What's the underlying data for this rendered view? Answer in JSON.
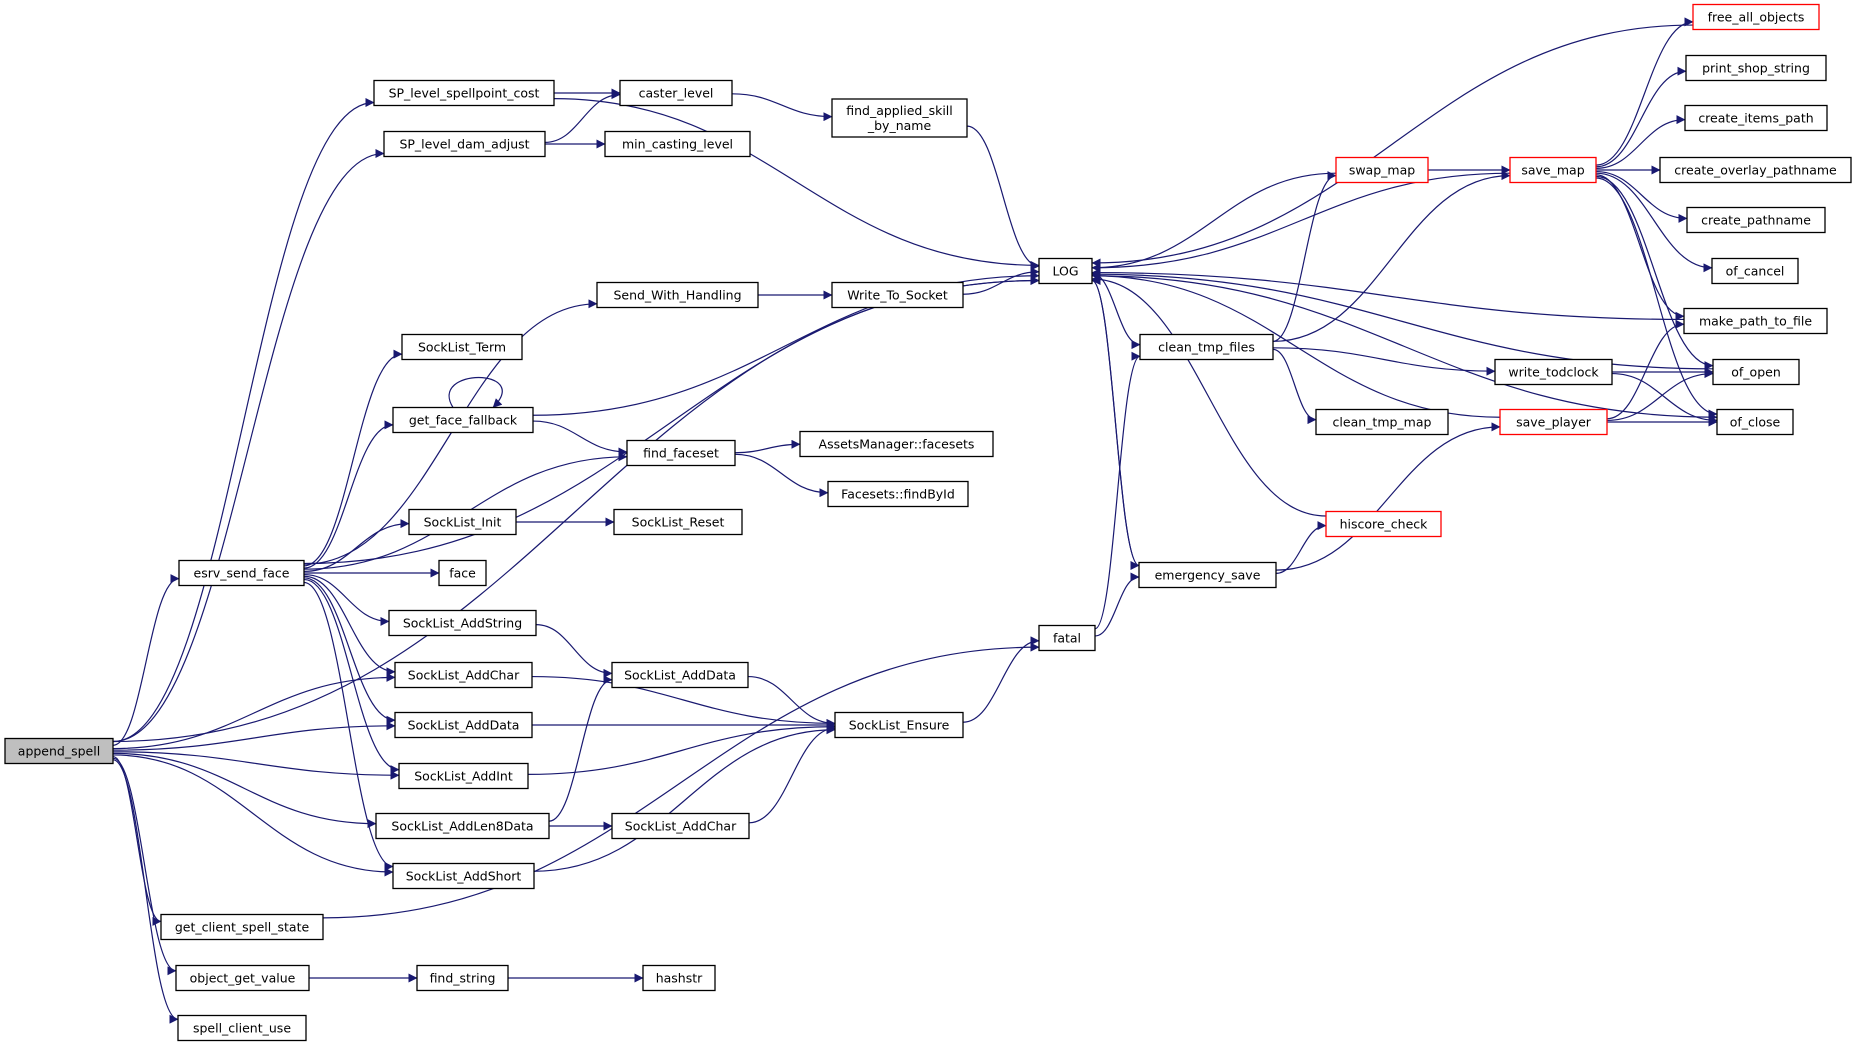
{
  "colors": {
    "edge": "#191970",
    "node_border": "#000000",
    "node_truncated_border": "#ff0000",
    "root_fill": "#bfbfbf",
    "node_fill": "#ffffff"
  },
  "root_node": "append_spell",
  "nodes": [
    {
      "id": "append_spell",
      "label": "append_spell",
      "kind": "root"
    },
    {
      "id": "SP_level_spellpoint_cost",
      "label": "SP_level_spellpoint_cost"
    },
    {
      "id": "SP_level_dam_adjust",
      "label": "SP_level_dam_adjust"
    },
    {
      "id": "caster_level",
      "label": "caster_level"
    },
    {
      "id": "min_casting_level",
      "label": "min_casting_level"
    },
    {
      "id": "find_applied_skill_by_name",
      "label": [
        "find_applied_skill",
        "_by_name"
      ]
    },
    {
      "id": "LOG",
      "label": "LOG"
    },
    {
      "id": "Send_With_Handling",
      "label": "Send_With_Handling"
    },
    {
      "id": "Write_To_Socket",
      "label": "Write_To_Socket"
    },
    {
      "id": "SockList_Term",
      "label": "SockList_Term"
    },
    {
      "id": "get_face_fallback",
      "label": "get_face_fallback"
    },
    {
      "id": "find_faceset",
      "label": "find_faceset"
    },
    {
      "id": "AssetsManager_facesets",
      "label": "AssetsManager::facesets"
    },
    {
      "id": "Facesets_findById",
      "label": "Facesets::findById"
    },
    {
      "id": "SockList_Init",
      "label": "SockList_Init"
    },
    {
      "id": "SockList_Reset",
      "label": "SockList_Reset"
    },
    {
      "id": "esrv_send_face",
      "label": "esrv_send_face"
    },
    {
      "id": "face",
      "label": "face"
    },
    {
      "id": "SockList_AddString",
      "label": "SockList_AddString"
    },
    {
      "id": "SockList_AddChar_1",
      "label": "SockList_AddChar"
    },
    {
      "id": "SockList_AddData_2",
      "label": "SockList_AddData"
    },
    {
      "id": "SockList_AddData_1",
      "label": "SockList_AddData"
    },
    {
      "id": "SockList_Ensure",
      "label": "SockList_Ensure"
    },
    {
      "id": "SockList_AddInt",
      "label": "SockList_AddInt"
    },
    {
      "id": "SockList_AddLen8Data",
      "label": "SockList_AddLen8Data"
    },
    {
      "id": "SockList_AddChar_2",
      "label": "SockList_AddChar"
    },
    {
      "id": "SockList_AddShort",
      "label": "SockList_AddShort"
    },
    {
      "id": "get_client_spell_state",
      "label": "get_client_spell_state"
    },
    {
      "id": "object_get_value",
      "label": "object_get_value"
    },
    {
      "id": "find_string",
      "label": "find_string"
    },
    {
      "id": "hashstr",
      "label": "hashstr"
    },
    {
      "id": "spell_client_use",
      "label": "spell_client_use"
    },
    {
      "id": "fatal",
      "label": "fatal"
    },
    {
      "id": "clean_tmp_files",
      "label": "clean_tmp_files"
    },
    {
      "id": "clean_tmp_map",
      "label": "clean_tmp_map"
    },
    {
      "id": "emergency_save",
      "label": "emergency_save"
    },
    {
      "id": "hiscore_check",
      "label": "hiscore_check",
      "kind": "truncated"
    },
    {
      "id": "swap_map",
      "label": "swap_map",
      "kind": "truncated"
    },
    {
      "id": "save_map",
      "label": "save_map",
      "kind": "truncated"
    },
    {
      "id": "write_todclock",
      "label": "write_todclock"
    },
    {
      "id": "save_player",
      "label": "save_player",
      "kind": "truncated"
    },
    {
      "id": "free_all_objects",
      "label": "free_all_objects",
      "kind": "truncated"
    },
    {
      "id": "print_shop_string",
      "label": "print_shop_string"
    },
    {
      "id": "create_items_path",
      "label": "create_items_path"
    },
    {
      "id": "create_overlay_pathname",
      "label": "create_overlay_pathname"
    },
    {
      "id": "create_pathname",
      "label": "create_pathname"
    },
    {
      "id": "of_cancel",
      "label": "of_cancel"
    },
    {
      "id": "make_path_to_file",
      "label": "make_path_to_file"
    },
    {
      "id": "of_open",
      "label": "of_open"
    },
    {
      "id": "of_close",
      "label": "of_close"
    }
  ],
  "edges": [
    {
      "from": "append_spell",
      "to": "SP_level_spellpoint_cost"
    },
    {
      "from": "append_spell",
      "to": "SP_level_dam_adjust"
    },
    {
      "from": "append_spell",
      "to": "LOG"
    },
    {
      "from": "append_spell",
      "to": "esrv_send_face"
    },
    {
      "from": "append_spell",
      "to": "SockList_AddChar_1"
    },
    {
      "from": "append_spell",
      "to": "SockList_AddData_1"
    },
    {
      "from": "append_spell",
      "to": "SockList_AddInt"
    },
    {
      "from": "append_spell",
      "to": "SockList_AddLen8Data"
    },
    {
      "from": "append_spell",
      "to": "SockList_AddShort"
    },
    {
      "from": "append_spell",
      "to": "get_client_spell_state"
    },
    {
      "from": "append_spell",
      "to": "object_get_value"
    },
    {
      "from": "append_spell",
      "to": "spell_client_use"
    },
    {
      "from": "SP_level_spellpoint_cost",
      "to": "caster_level"
    },
    {
      "from": "SP_level_spellpoint_cost",
      "to": "LOG"
    },
    {
      "from": "SP_level_dam_adjust",
      "to": "caster_level"
    },
    {
      "from": "SP_level_dam_adjust",
      "to": "min_casting_level"
    },
    {
      "from": "caster_level",
      "to": "find_applied_skill_by_name"
    },
    {
      "from": "find_applied_skill_by_name",
      "to": "LOG"
    },
    {
      "from": "esrv_send_face",
      "to": "LOG"
    },
    {
      "from": "esrv_send_face",
      "to": "Send_With_Handling"
    },
    {
      "from": "esrv_send_face",
      "to": "SockList_Term"
    },
    {
      "from": "esrv_send_face",
      "to": "get_face_fallback"
    },
    {
      "from": "esrv_send_face",
      "to": "find_faceset"
    },
    {
      "from": "esrv_send_face",
      "to": "SockList_Init"
    },
    {
      "from": "esrv_send_face",
      "to": "face"
    },
    {
      "from": "esrv_send_face",
      "to": "SockList_AddString"
    },
    {
      "from": "esrv_send_face",
      "to": "SockList_AddChar_1"
    },
    {
      "from": "esrv_send_face",
      "to": "SockList_AddData_1"
    },
    {
      "from": "esrv_send_face",
      "to": "SockList_AddInt"
    },
    {
      "from": "esrv_send_face",
      "to": "SockList_AddShort"
    },
    {
      "from": "Send_With_Handling",
      "to": "Write_To_Socket"
    },
    {
      "from": "Write_To_Socket",
      "to": "LOG"
    },
    {
      "from": "get_face_fallback",
      "to": "get_face_fallback"
    },
    {
      "from": "get_face_fallback",
      "to": "LOG"
    },
    {
      "from": "get_face_fallback",
      "to": "find_faceset"
    },
    {
      "from": "find_faceset",
      "to": "AssetsManager_facesets"
    },
    {
      "from": "find_faceset",
      "to": "Facesets_findById"
    },
    {
      "from": "SockList_Init",
      "to": "SockList_Reset"
    },
    {
      "from": "SockList_AddString",
      "to": "SockList_AddData_2"
    },
    {
      "from": "SockList_AddChar_1",
      "to": "SockList_Ensure"
    },
    {
      "from": "SockList_AddData_2",
      "to": "SockList_Ensure"
    },
    {
      "from": "SockList_AddData_1",
      "to": "SockList_Ensure"
    },
    {
      "from": "SockList_AddInt",
      "to": "SockList_Ensure"
    },
    {
      "from": "SockList_AddLen8Data",
      "to": "SockList_AddData_2"
    },
    {
      "from": "SockList_AddLen8Data",
      "to": "SockList_AddChar_2"
    },
    {
      "from": "SockList_AddChar_2",
      "to": "SockList_Ensure"
    },
    {
      "from": "SockList_AddShort",
      "to": "SockList_Ensure"
    },
    {
      "from": "SockList_Ensure",
      "to": "fatal"
    },
    {
      "from": "get_client_spell_state",
      "to": "fatal"
    },
    {
      "from": "object_get_value",
      "to": "find_string"
    },
    {
      "from": "find_string",
      "to": "hashstr"
    },
    {
      "from": "fatal",
      "to": "clean_tmp_files"
    },
    {
      "from": "fatal",
      "to": "emergency_save"
    },
    {
      "from": "LOG",
      "to": "clean_tmp_files"
    },
    {
      "from": "LOG",
      "to": "emergency_save"
    },
    {
      "from": "LOG",
      "to": "of_close"
    },
    {
      "from": "clean_tmp_files",
      "to": "swap_map"
    },
    {
      "from": "clean_tmp_files",
      "to": "save_map"
    },
    {
      "from": "clean_tmp_files",
      "to": "clean_tmp_map"
    },
    {
      "from": "clean_tmp_files",
      "to": "write_todclock"
    },
    {
      "from": "emergency_save",
      "to": "LOG"
    },
    {
      "from": "emergency_save",
      "to": "hiscore_check"
    },
    {
      "from": "emergency_save",
      "to": "save_player"
    },
    {
      "from": "hiscore_check",
      "to": "LOG"
    },
    {
      "from": "swap_map",
      "to": "LOG"
    },
    {
      "from": "swap_map",
      "to": "save_map"
    },
    {
      "from": "save_map",
      "to": "LOG"
    },
    {
      "from": "save_map",
      "to": "free_all_objects"
    },
    {
      "from": "save_map",
      "to": "print_shop_string"
    },
    {
      "from": "save_map",
      "to": "create_items_path"
    },
    {
      "from": "save_map",
      "to": "create_overlay_pathname"
    },
    {
      "from": "save_map",
      "to": "create_pathname"
    },
    {
      "from": "save_map",
      "to": "of_cancel"
    },
    {
      "from": "save_map",
      "to": "make_path_to_file"
    },
    {
      "from": "save_map",
      "to": "of_open"
    },
    {
      "from": "save_map",
      "to": "of_close"
    },
    {
      "from": "write_todclock",
      "to": "of_open"
    },
    {
      "from": "write_todclock",
      "to": "of_close"
    },
    {
      "from": "save_player",
      "to": "LOG"
    },
    {
      "from": "save_player",
      "to": "make_path_to_file"
    },
    {
      "from": "save_player",
      "to": "of_open"
    },
    {
      "from": "save_player",
      "to": "of_close"
    },
    {
      "from": "free_all_objects",
      "to": "LOG"
    },
    {
      "from": "make_path_to_file",
      "to": "LOG"
    },
    {
      "from": "of_open",
      "to": "LOG"
    }
  ]
}
